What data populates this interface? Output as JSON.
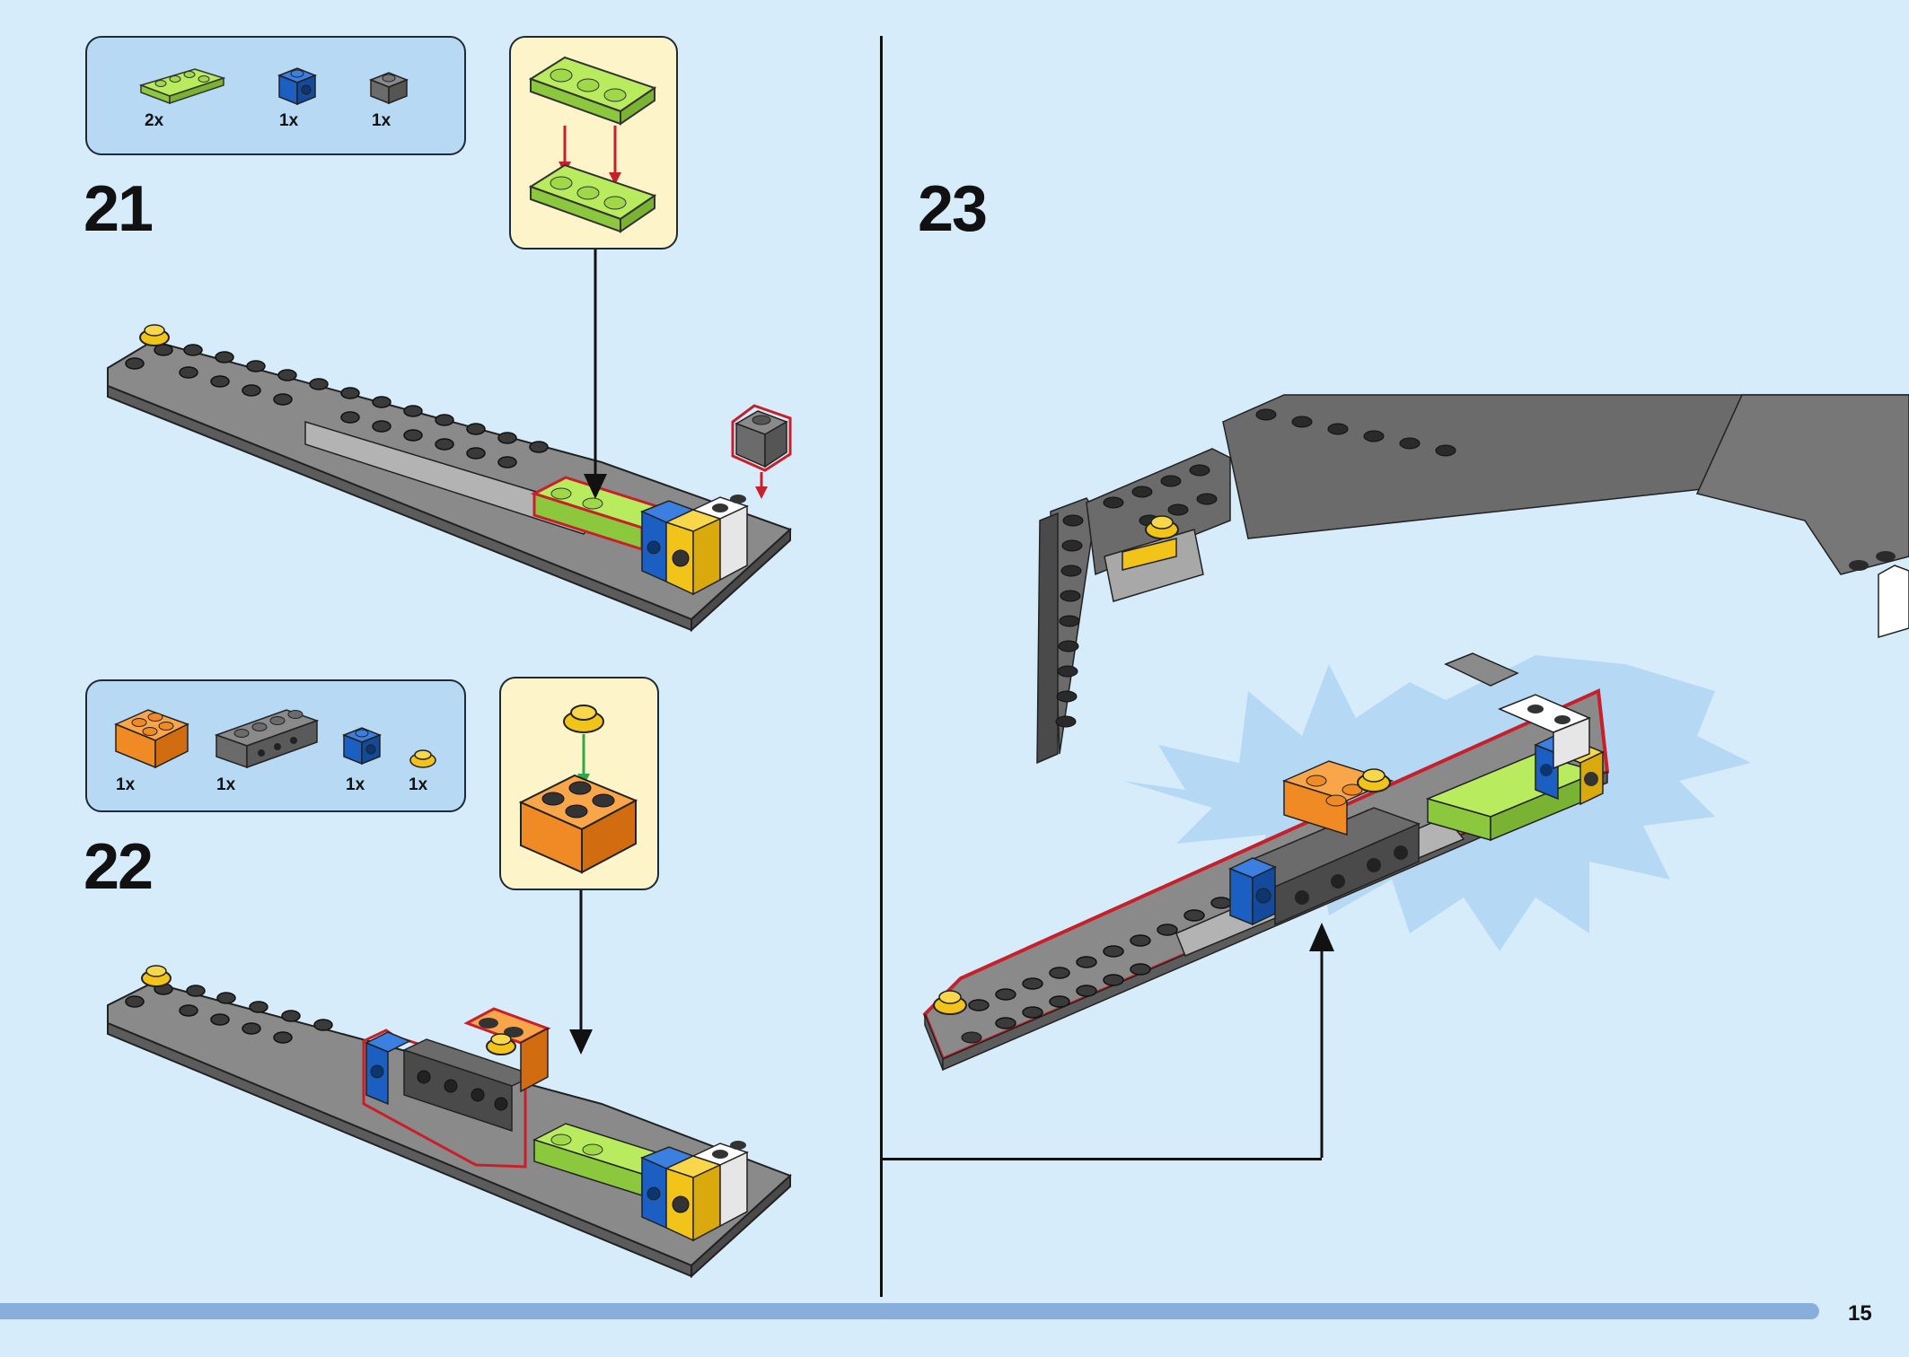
{
  "steps": [
    {
      "number": "21",
      "parts": [
        {
          "qty": "2x",
          "color": "#9fd94a",
          "icon": "lime-plate-1x4-icon"
        },
        {
          "qty": "1x",
          "color": "#1b5fc2",
          "icon": "blue-brick-1x1-icon"
        },
        {
          "qty": "1x",
          "color": "#6b6b6b",
          "icon": "dark-gray-brick-1x1-icon"
        }
      ]
    },
    {
      "number": "22",
      "parts": [
        {
          "qty": "1x",
          "color": "#f08a24",
          "icon": "orange-brick-2x2-icon"
        },
        {
          "qty": "1x",
          "color": "#6b6b6b",
          "icon": "dark-gray-technic-brick-1x4-icon"
        },
        {
          "qty": "1x",
          "color": "#1b5fc2",
          "icon": "blue-brick-1x1-icon"
        },
        {
          "qty": "1x",
          "color": "#f2c318",
          "icon": "yellow-round-plate-1x1-icon"
        }
      ]
    },
    {
      "number": "23",
      "parts": []
    }
  ],
  "page_number": "15",
  "colors": {
    "background": "#d6ecfb",
    "parts_box": "#b8d9f3",
    "callout": "#fdf5c9",
    "highlight_outline": "#c8202a",
    "progress_bar": "#8aaedb"
  }
}
